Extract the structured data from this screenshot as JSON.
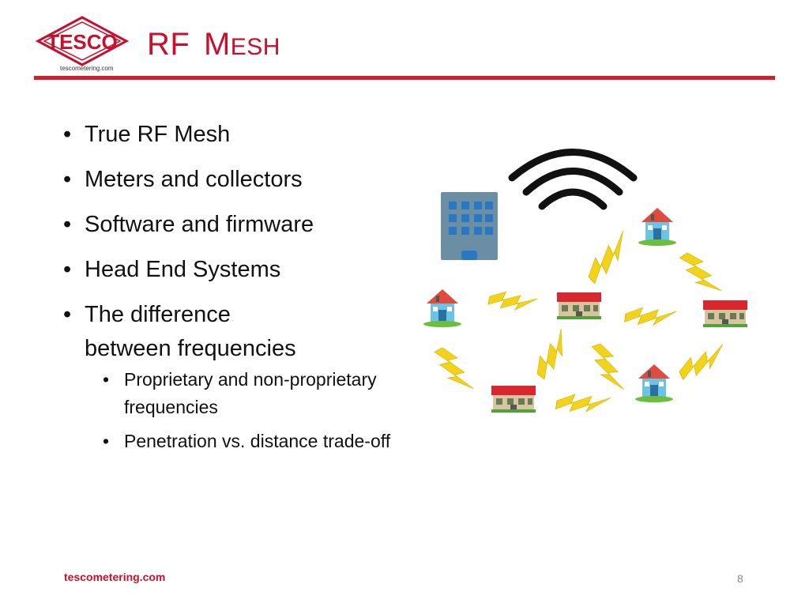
{
  "header": {
    "logo_text": "TESCO",
    "logo_url": "tescometering.com",
    "title_cap1": "RF",
    "title_cap2": "M",
    "title_rest": "ESH"
  },
  "bullets": [
    {
      "label": "True RF Mesh"
    },
    {
      "label": "Meters and collectors"
    },
    {
      "label": "Software and firmware"
    },
    {
      "label": "Head End Systems"
    },
    {
      "label_line1": "The difference",
      "label_line2": "between frequencies",
      "sub": [
        {
          "label_line1": "Proprietary and non-proprietary",
          "label_line2": "frequencies"
        },
        {
          "label": "Penetration vs. distance trade-off"
        }
      ]
    }
  ],
  "footer": {
    "url": "tescometering.com",
    "page_number": "8"
  },
  "colors": {
    "brand_red": "#c8102e",
    "lightning": "#f2d21a",
    "building": "#6a8fa5"
  },
  "icons": [
    "tesco-logo",
    "office-building-icon",
    "wifi-signal-icon",
    "house-icon",
    "lightning-bolt-icon"
  ]
}
